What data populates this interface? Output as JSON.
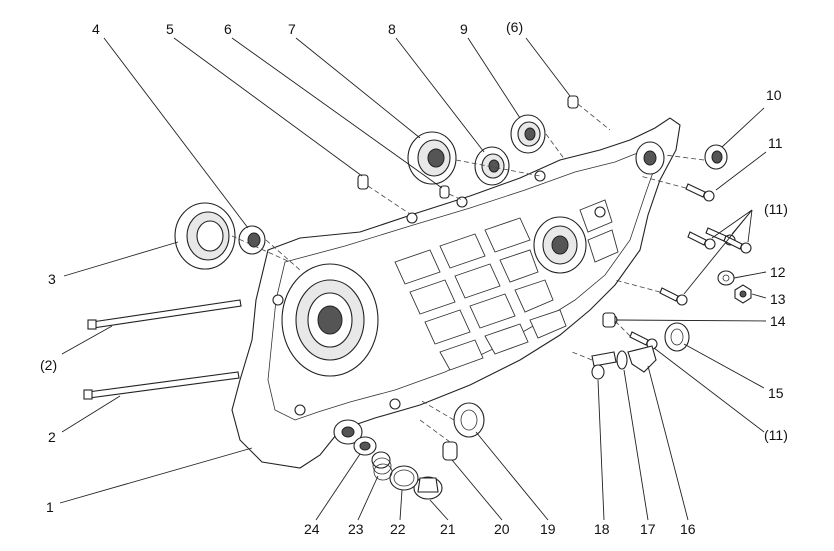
{
  "callouts": [
    {
      "id": "c1",
      "label": "1"
    },
    {
      "id": "c2",
      "label": "2"
    },
    {
      "id": "c2p",
      "label": "(2)"
    },
    {
      "id": "c3",
      "label": "3"
    },
    {
      "id": "c4",
      "label": "4"
    },
    {
      "id": "c5",
      "label": "5"
    },
    {
      "id": "c6",
      "label": "6"
    },
    {
      "id": "c7",
      "label": "7"
    },
    {
      "id": "c8",
      "label": "8"
    },
    {
      "id": "c9",
      "label": "9"
    },
    {
      "id": "c6p",
      "label": "(6)"
    },
    {
      "id": "c10",
      "label": "10"
    },
    {
      "id": "c11",
      "label": "11"
    },
    {
      "id": "c11p",
      "label": "(11)"
    },
    {
      "id": "c12",
      "label": "12"
    },
    {
      "id": "c13",
      "label": "13"
    },
    {
      "id": "c14",
      "label": "14"
    },
    {
      "id": "c15",
      "label": "15"
    },
    {
      "id": "c11q",
      "label": "(11)"
    },
    {
      "id": "c16",
      "label": "16"
    },
    {
      "id": "c17",
      "label": "17"
    },
    {
      "id": "c18",
      "label": "18"
    },
    {
      "id": "c19",
      "label": "19"
    },
    {
      "id": "c20",
      "label": "20"
    },
    {
      "id": "c21",
      "label": "21"
    },
    {
      "id": "c22",
      "label": "22"
    },
    {
      "id": "c23",
      "label": "23"
    },
    {
      "id": "c24",
      "label": "24"
    }
  ]
}
